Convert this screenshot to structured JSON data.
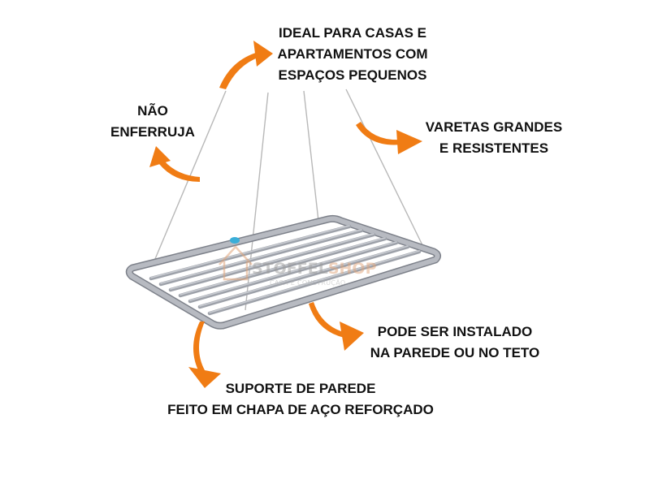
{
  "labels": {
    "ideal": [
      "IDEAL PARA CASAS E",
      "APARTAMENTOS COM",
      "ESPAÇOS PEQUENOS"
    ],
    "nao_enferruja": [
      "NÃO",
      "ENFERRUJA"
    ],
    "varetas": [
      "VARETAS GRANDES",
      "E RESISTENTES"
    ],
    "pode_instalar": [
      "PODE SER INSTALADO",
      "NA PAREDE OU NO TETO"
    ],
    "suporte": [
      "SUPORTE DE PAREDE",
      "FEITO EM CHAPA DE AÇO REFORÇADO"
    ]
  },
  "watermark": {
    "name_part1": "STOFFEL",
    "name_part2": "SHOP",
    "tagline": "CASA E CONSTRUÇÃO"
  },
  "colors": {
    "arrow": "#f07c14",
    "frame": "#a9adb5",
    "frame_dark": "#7d818a",
    "cable": "#b8b8b8",
    "cap": "#3aaed8",
    "text": "#111111"
  },
  "icons": {
    "arrows": "curved-arrow-icon",
    "product": "ceiling-clothes-rack"
  }
}
